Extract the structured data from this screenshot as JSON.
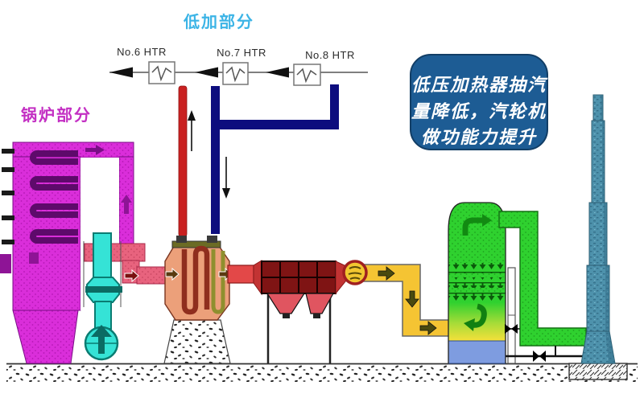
{
  "diagram": {
    "low_heater_section_label": "低加部分",
    "boiler_section_label": "锅炉部分",
    "heaters": [
      {
        "label": "No.6 HTR"
      },
      {
        "label": "No.7 HTR"
      },
      {
        "label": "No.8 HTR"
      }
    ],
    "annotation": {
      "line1": "低压加热器抽汽",
      "line2": "量降低，汽轮机",
      "line3": "做功能力提升"
    },
    "colors": {
      "low_section_label": "#3cb4e6",
      "boiler_section_label": "#c32fc3",
      "annotation_background": "#1d5c94",
      "annotation_text": "#ffffff",
      "boiler_body": "#da2eda",
      "boiler_coil": "#5e0a6b",
      "fan_vessel_cyan": "#35e3d6",
      "steam_pipe_red": "#c92121",
      "drain_pipe_blue": "#0d0d7e",
      "economizer_body": "#eca07a",
      "economizer_coil_red": "#8f2e1e",
      "economizer_coil_olive": "#8f8f2e",
      "esp_body": "#7f1414",
      "esp_hopper": "#e05560",
      "flue_duct_red": "#e34848",
      "fan_yellow": "#f2c630",
      "duct_yellow": "#f5c433",
      "absorber_green": "#2fd12f",
      "absorber_pool_blue": "#7e9ce0",
      "chimney_teal": "#4e92ac"
    }
  }
}
